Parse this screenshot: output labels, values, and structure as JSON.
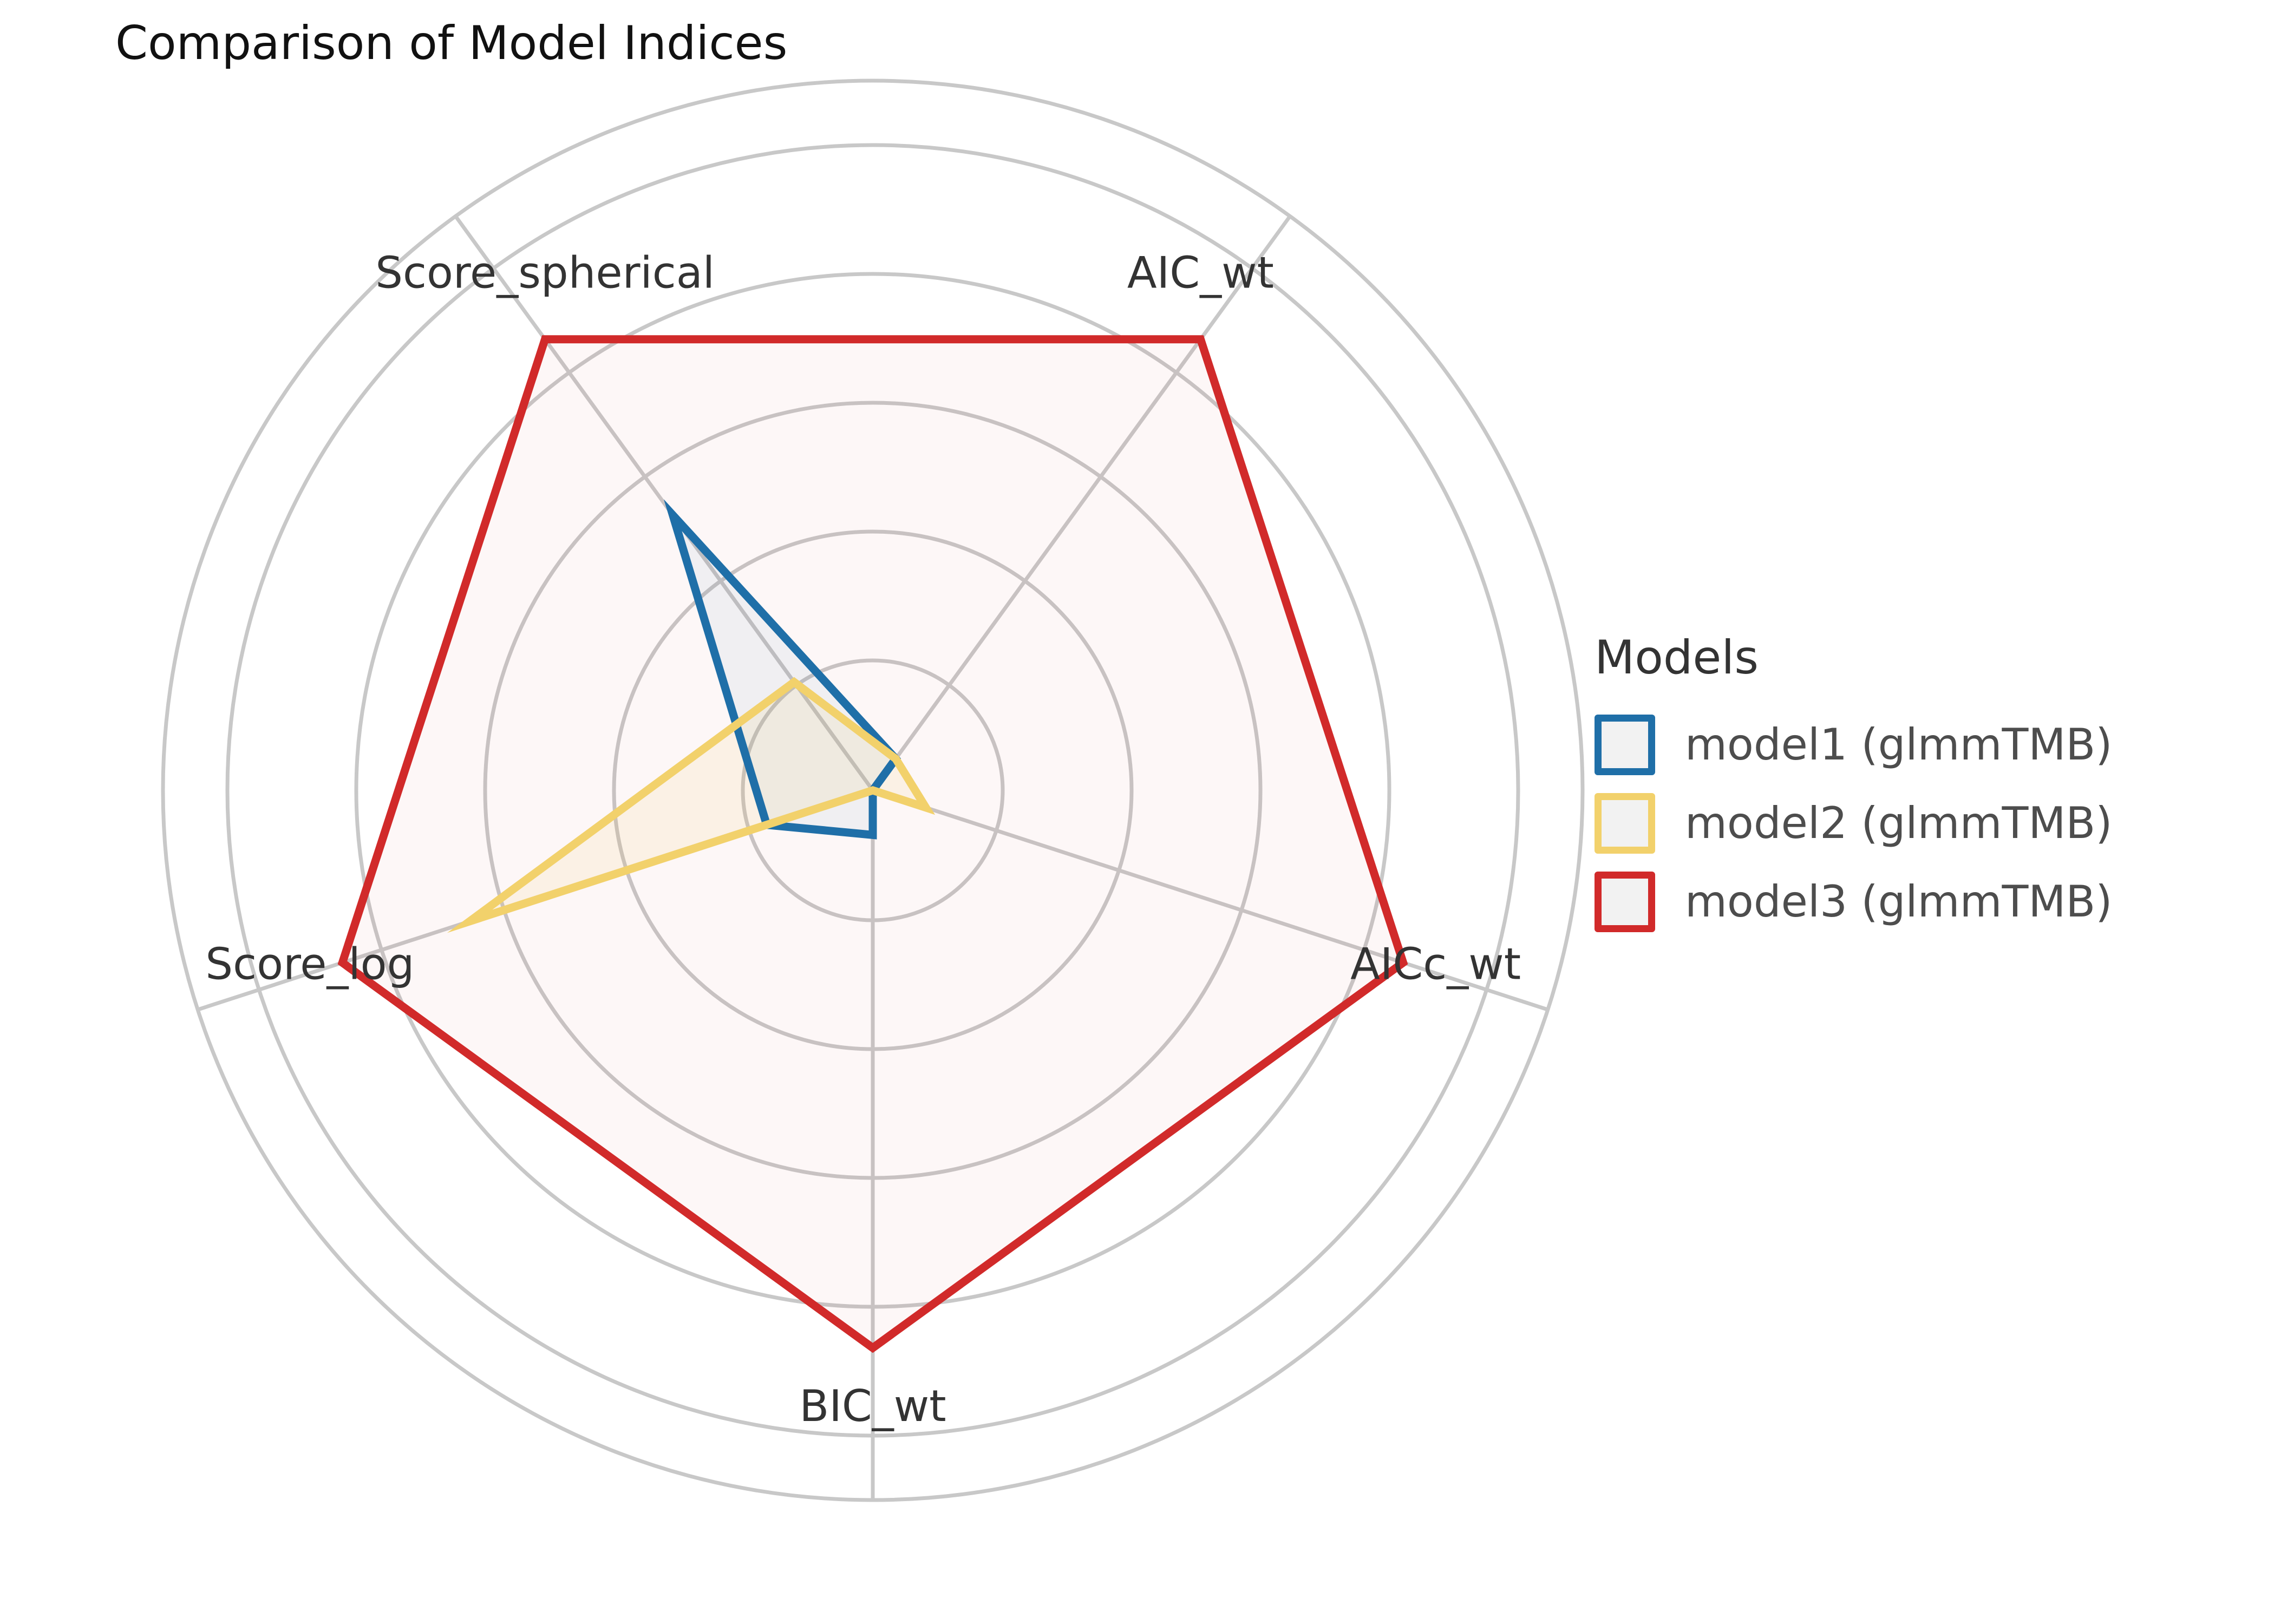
{
  "chart_data": {
    "type": "radar",
    "title": "Comparison of Model Indices",
    "axes": [
      "AIC_wt",
      "AICc_wt",
      "BIC_wt",
      "Score_log",
      "Score_spherical"
    ],
    "rlim": [
      0,
      1
    ],
    "grid": true,
    "legend": {
      "title": "Models",
      "position": "right"
    },
    "series": [
      {
        "name": "model1 (glmmTMB)",
        "color": "#1f6fa8",
        "values": [
          0.07,
          0.0,
          0.08,
          0.2,
          0.61
        ]
      },
      {
        "name": "model2 (glmmTMB)",
        "color": "#f2d16b",
        "values": [
          0.07,
          0.1,
          0.0,
          0.76,
          0.24
        ]
      },
      {
        "name": "model3 (glmmTMB)",
        "color": "#d12a2a",
        "values": [
          1.0,
          1.0,
          1.0,
          1.0,
          1.0
        ]
      }
    ]
  }
}
